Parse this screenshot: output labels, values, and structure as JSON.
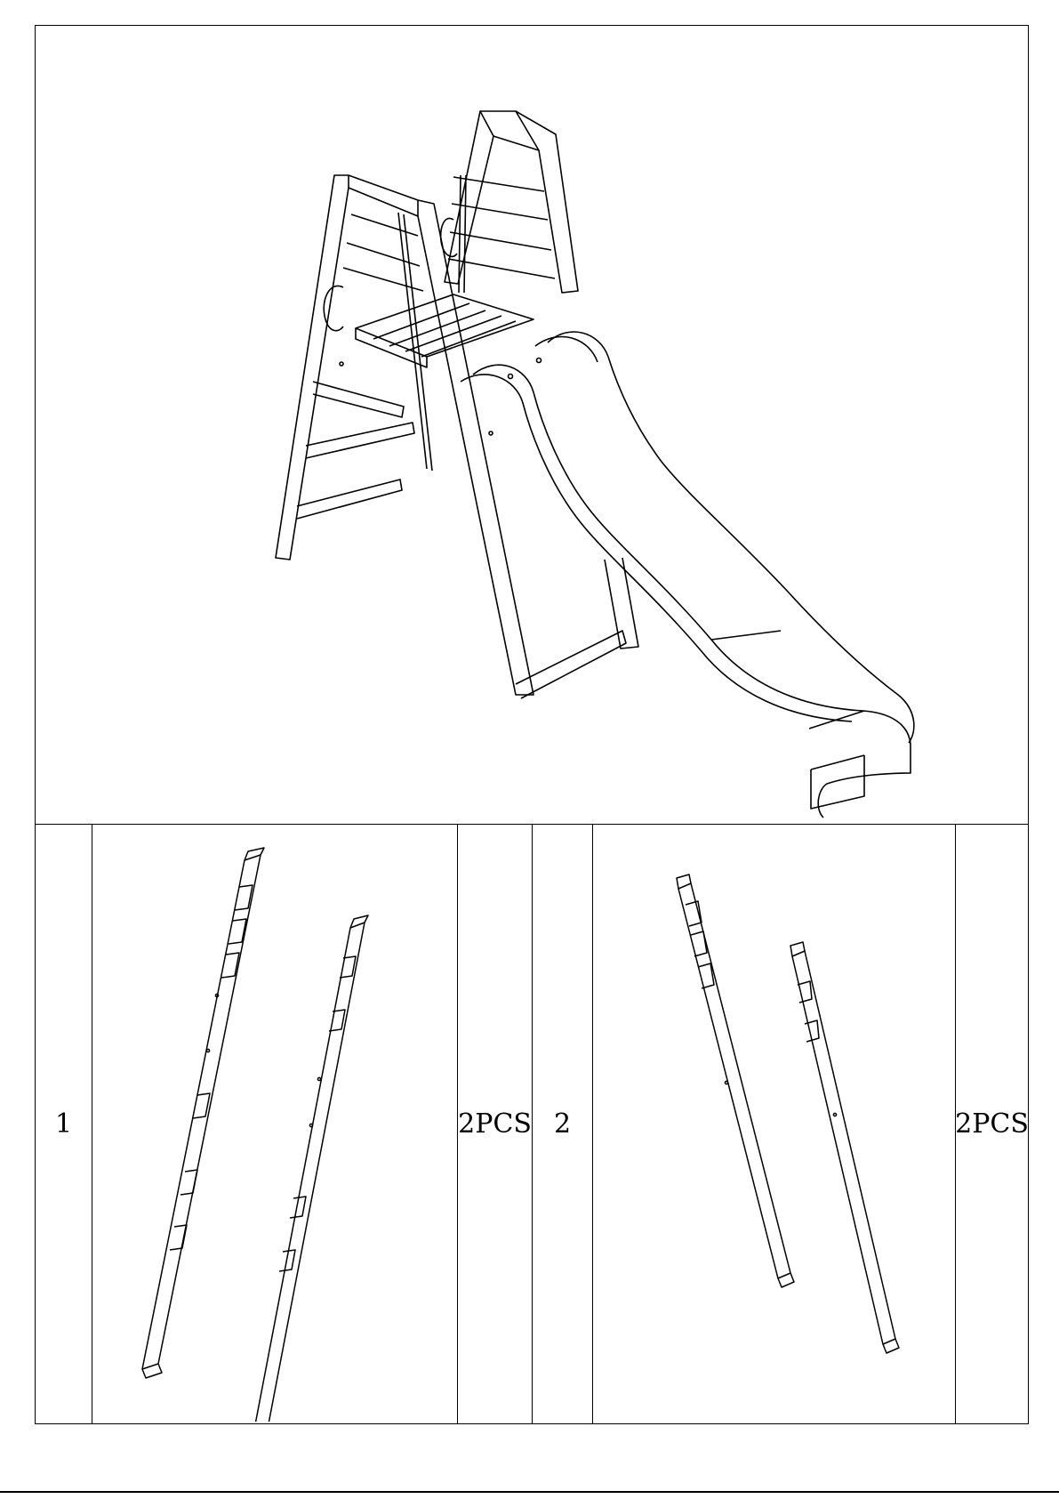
{
  "parts": [
    {
      "number": "1",
      "quantity": "2PCS",
      "icon": "ladder-side-post-pair"
    },
    {
      "number": "2",
      "quantity": "2PCS",
      "icon": "slide-side-post-pair"
    }
  ],
  "colors": {
    "line": "#000000",
    "paper": "#ffffff"
  }
}
